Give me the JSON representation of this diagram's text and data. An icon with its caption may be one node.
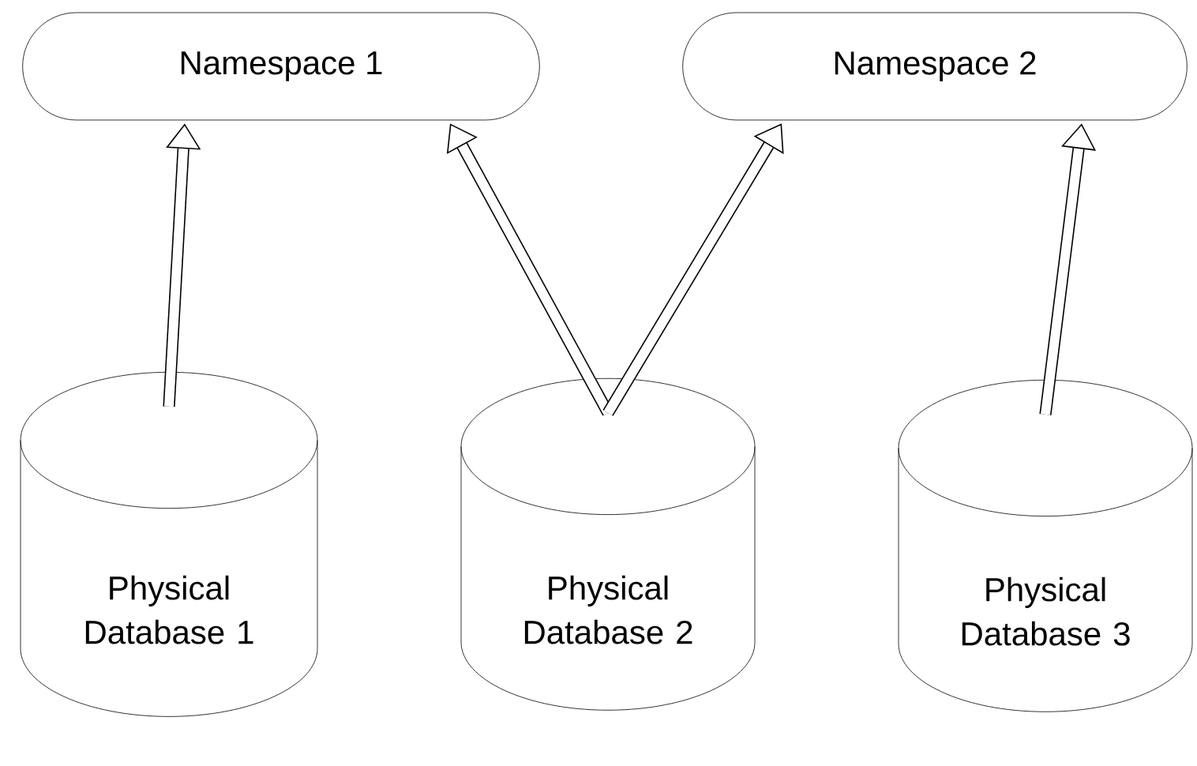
{
  "diagram": {
    "nodes": [
      {
        "text": [
          "Namespace 1"
        ]
      },
      {
        "text": [
          "Namespace 2"
        ]
      },
      {
        "text": [
          "Physical Database 1"
        ]
      },
      {
        "text": [
          "Physical Database 2"
        ]
      },
      {
        "text": [
          "Physical Database 3"
        ]
      }
    ],
    "edges": [
      {
        "from": 2,
        "to": 0,
        "arrow": "to"
      },
      {
        "from": 3,
        "to": 0,
        "arrow": "to"
      },
      {
        "from": 3,
        "to": 1,
        "arrow": "to"
      },
      {
        "from": 4,
        "to": 1,
        "arrow": "to"
      }
    ]
  }
}
